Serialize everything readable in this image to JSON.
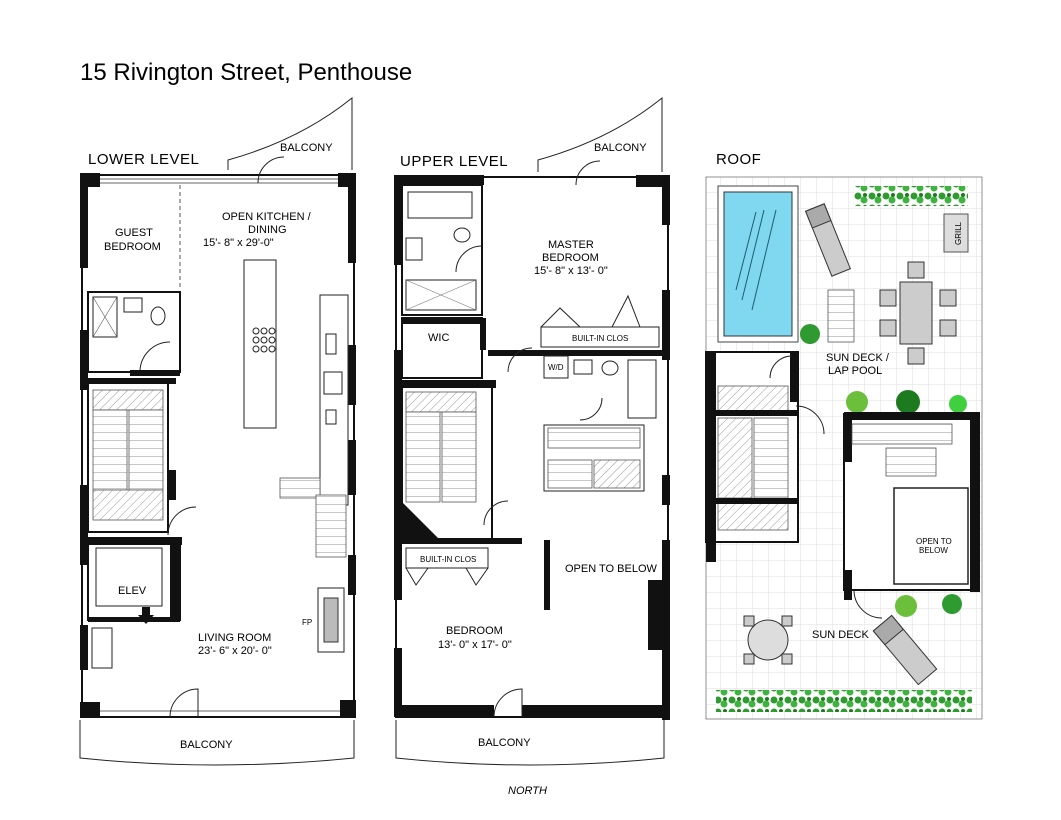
{
  "title": "15 Rivington Street, Penthouse",
  "levels": {
    "lower": {
      "heading": "LOWER LEVEL",
      "balcony_top": "BALCONY",
      "guest_bedroom": [
        "GUEST",
        "BEDROOM"
      ],
      "kitchen": [
        "OPEN KITCHEN /",
        "DINING",
        "15'- 8\" x 29'-0\""
      ],
      "elevator": "ELEV",
      "fireplace": "FP",
      "living_room": [
        "LIVING ROOM",
        "23'- 6\" x 20'- 0\""
      ],
      "balcony_bottom": "BALCONY"
    },
    "upper": {
      "heading": "UPPER LEVEL",
      "balcony_top": "BALCONY",
      "master": [
        "MASTER",
        "BEDROOM",
        "15'- 8\" x 13'- 0\""
      ],
      "wic": "WIC",
      "built_in_1": "BUILT-IN CLOS",
      "wd": "W/D",
      "built_in_2": "BUILT-IN CLOS",
      "open_to_below": "OPEN TO BELOW",
      "bedroom": [
        "BEDROOM",
        "13'- 0\" x 17'- 0\""
      ],
      "balcony_bottom": "BALCONY"
    },
    "roof": {
      "heading": "ROOF",
      "grill": "GRILL",
      "sun_deck_pool": [
        "SUN DECK /",
        "LAP POOL"
      ],
      "open_to_below": [
        "OPEN TO",
        "BELOW"
      ],
      "sun_deck": "SUN DECK"
    }
  },
  "north": "NORTH",
  "colors": {
    "pool": "#7fd8f0",
    "plants": "#2f9a2f",
    "wall": "#111111",
    "hatch": "#888888"
  }
}
